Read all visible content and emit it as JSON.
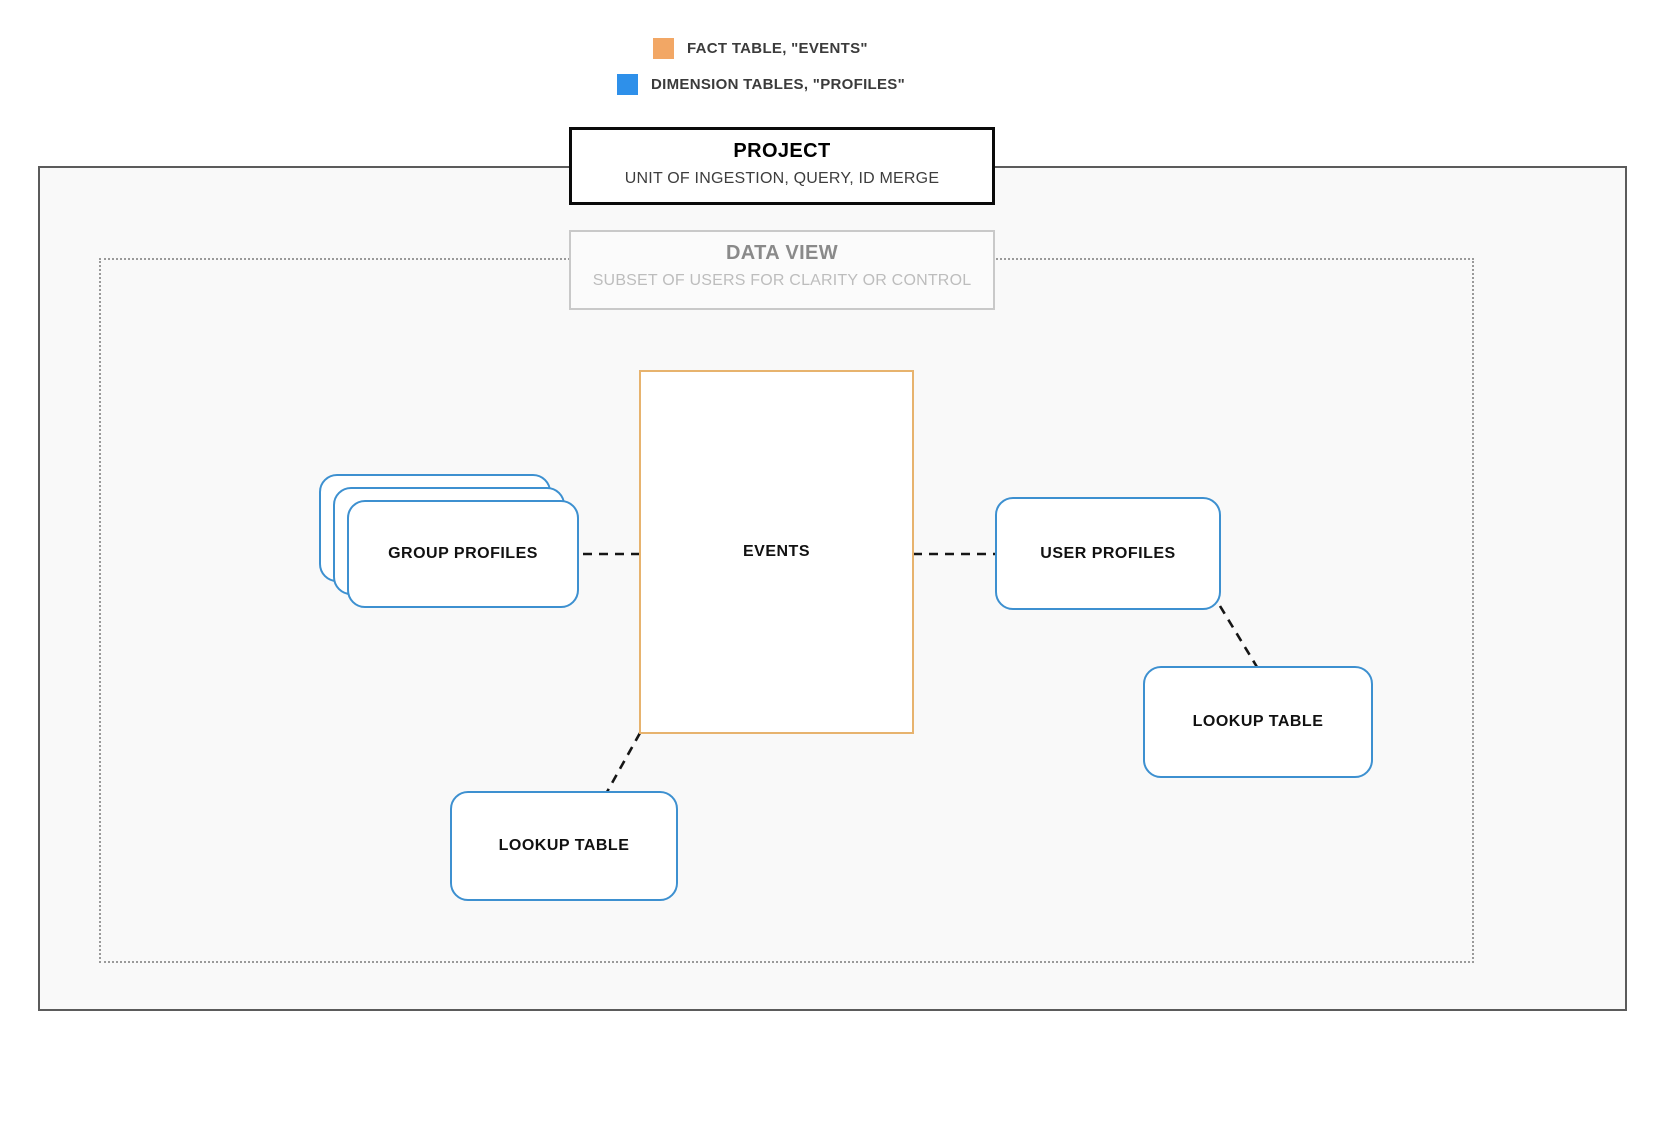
{
  "legend": {
    "items": [
      {
        "label": "FACT TABLE, \"EVENTS\"",
        "color": "#f2a765",
        "icon": "square-swatch-icon"
      },
      {
        "label": "DIMENSION TABLES, \"PROFILES\"",
        "color": "#2e90ea",
        "icon": "square-swatch-icon"
      }
    ]
  },
  "project_card": {
    "title": "PROJECT",
    "subtitle": "UNIT OF INGESTION, QUERY, ID MERGE"
  },
  "dataview_card": {
    "title": "DATA VIEW",
    "subtitle": "SUBSET OF USERS FOR CLARITY OR CONTROL"
  },
  "nodes": {
    "events": {
      "label": "EVENTS",
      "type": "fact-table",
      "color": "#e7b36e"
    },
    "group_profiles": {
      "label": "GROUP PROFILES",
      "type": "dimension-table-stack",
      "color": "#3d90d0",
      "stack_count": 3
    },
    "user_profiles": {
      "label": "USER PROFILES",
      "type": "dimension-table",
      "color": "#3d90d0"
    },
    "lookup_left": {
      "label": "LOOKUP TABLE",
      "type": "dimension-table",
      "color": "#3d90d0"
    },
    "lookup_right": {
      "label": "LOOKUP TABLE",
      "type": "dimension-table",
      "color": "#3d90d0"
    }
  },
  "containers": {
    "project": {
      "border_color": "#5b5b5b",
      "fill": "#f9f9f9",
      "border_style": "solid"
    },
    "data_view": {
      "border_color": "#9a9a9a",
      "fill": "transparent",
      "border_style": "dotted"
    }
  },
  "connectors": [
    {
      "from": "group_profiles",
      "to": "events",
      "style": "dashed"
    },
    {
      "from": "events",
      "to": "user_profiles",
      "style": "dashed"
    },
    {
      "from": "events",
      "to": "lookup_left",
      "style": "dashed"
    },
    {
      "from": "user_profiles",
      "to": "lookup_right",
      "style": "dashed"
    }
  ]
}
